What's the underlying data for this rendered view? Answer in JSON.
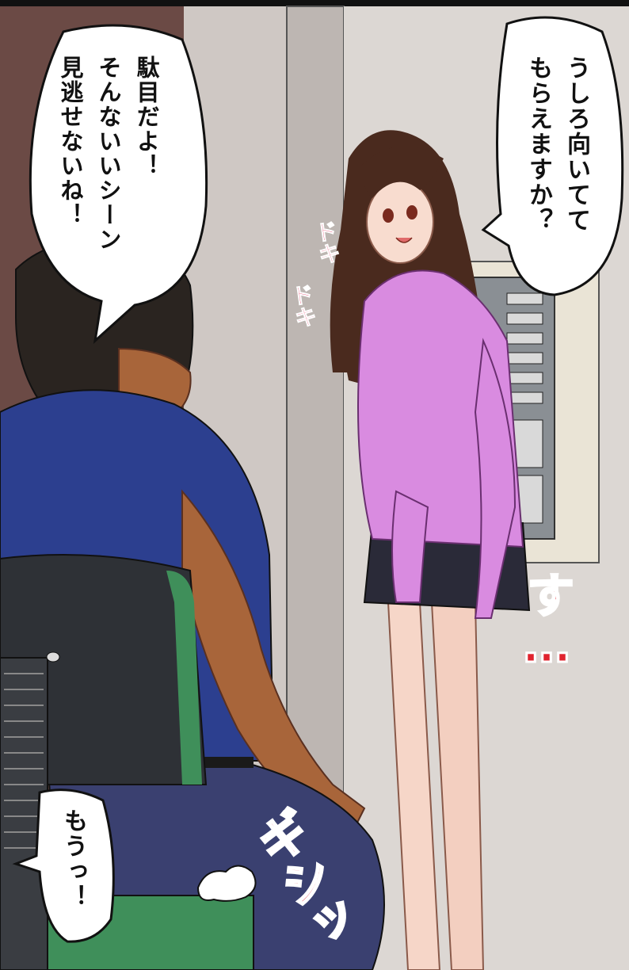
{
  "dialogue": {
    "girl_line": "うしろ向いてて\nもらえますか？",
    "man_line": "駄目だよ！\nそんないいシーン\n見逃せないね！",
    "man_reaction": "もうっ！"
  },
  "sound_effects": {
    "heartbeat_1": "ドキ",
    "heartbeat_2": "ドキ",
    "slide": "す…",
    "creak": "ギシッ"
  },
  "colors": {
    "wall": "#d9d4d0",
    "door_frame": "#6b4a45",
    "shirt_man": "#2c3f8f",
    "sweater_girl": "#d98be0",
    "skirt": "#2a2a38",
    "chair": "#2e3136",
    "chair_green": "#3f8f5a",
    "sfx_pink": "#e33a63",
    "sfx_red": "#e0232e"
  }
}
